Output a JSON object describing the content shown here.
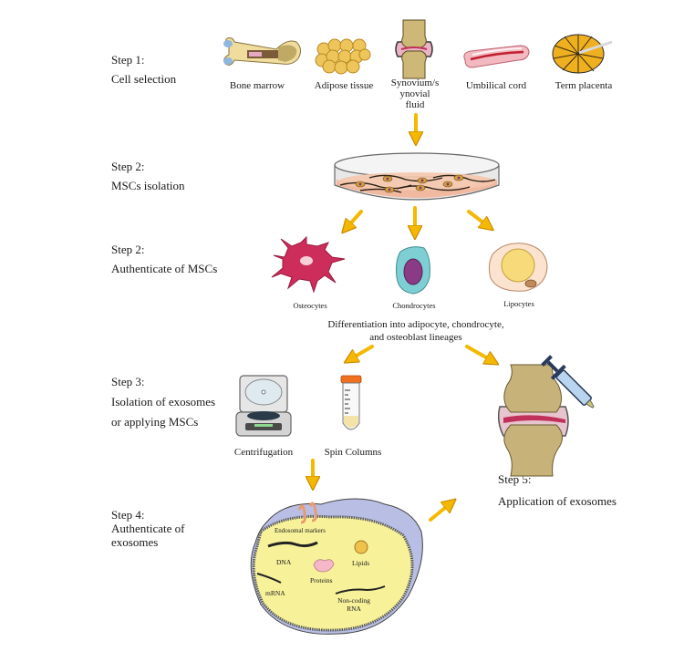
{
  "steps": {
    "step1": {
      "title": "Step 1:",
      "desc": "Cell selection"
    },
    "step2a": {
      "title": "Step 2:",
      "desc": "MSCs isolation"
    },
    "step2b": {
      "title": "Step 2:",
      "desc": "Authenticate of MSCs"
    },
    "step3": {
      "title": "Step 3:",
      "desc_line1": "Isolation of exosomes",
      "desc_line2": "or applying MSCs"
    },
    "step4": {
      "title": "Step 4:",
      "desc_line1": "Authenticate of",
      "desc_line2": "exosomes"
    },
    "step5": {
      "title": "Step 5:",
      "desc": "Application of exosomes"
    }
  },
  "sources": [
    {
      "label": "Bone marrow",
      "icon": "bone-marrow-icon"
    },
    {
      "label": "Adipose tissue",
      "icon": "adipose-tissue-icon"
    },
    {
      "label_line1": "Synovium/s",
      "label_line2": "ynovial",
      "label_line3": "fluid",
      "icon": "synovial-joint-icon"
    },
    {
      "label": "Umbilical cord",
      "icon": "umbilical-cord-icon"
    },
    {
      "label": "Term placenta",
      "icon": "placenta-icon"
    }
  ],
  "cell_types": [
    {
      "label": "Osteocytes",
      "icon": "osteocyte-icon"
    },
    {
      "label": "Chondrocytes",
      "icon": "chondrocyte-icon"
    },
    {
      "label": "Lipocytes",
      "icon": "lipocyte-icon"
    }
  ],
  "differentiation": {
    "line1": "Differentiation into adipocyte, chondrocyte,",
    "line2": "and osteoblast lineages"
  },
  "isolation_methods": [
    {
      "label": "Centrifugation",
      "icon": "centrifuge-icon"
    },
    {
      "label": "Spin Columns",
      "icon": "spin-column-icon"
    }
  ],
  "exosome": {
    "markers": "Endosomal  markers",
    "dna": "DNA",
    "lipids": "Lipids",
    "proteins": "Proteins",
    "mrna": "mRNA",
    "ncrna_line1": "Non-coding",
    "ncrna_line2": "RNA"
  },
  "colors": {
    "arrow": "#f5b800",
    "arrow_outline": "#c98a00",
    "bone": "#f0dc9c",
    "osteocyte": "#cc2d5a",
    "chondrocyte": "#7ecfd3",
    "chondro_nucleus": "#8b3b86",
    "lipocyte": "#fbe3cf",
    "exosome_fill": "#f7f29a",
    "exosome_membrane": "#b9bfe4"
  }
}
